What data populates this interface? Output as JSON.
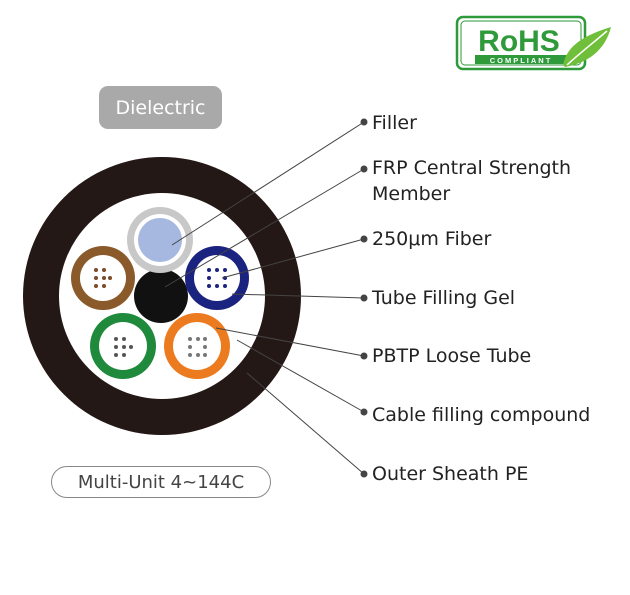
{
  "badges": {
    "dielectric": "Dielectric",
    "product": "Multi-Unit 4~144C"
  },
  "rohs": {
    "title": "RoHS",
    "subtitle": "COMPLIANT",
    "color": "#2e9a3a"
  },
  "callouts": [
    {
      "id": "filler",
      "lines": [
        "Filler"
      ]
    },
    {
      "id": "frp",
      "lines": [
        "FRP Central Strength",
        "Member"
      ]
    },
    {
      "id": "fiber",
      "lines": [
        "250μm Fiber"
      ]
    },
    {
      "id": "gel",
      "lines": [
        "Tube Filling Gel"
      ]
    },
    {
      "id": "pbtp",
      "lines": [
        "PBTP Loose Tube"
      ]
    },
    {
      "id": "compound",
      "lines": [
        "Cable filling compound"
      ]
    },
    {
      "id": "sheath",
      "lines": [
        "Outer Sheath PE"
      ]
    }
  ],
  "colors": {
    "sheath": "#231815",
    "tube_brown": "#8b5a2b",
    "tube_blue": "#1a2380",
    "tube_green": "#1f8a3b",
    "tube_orange": "#ec7a1f",
    "filler_grey": "#c8c8c8",
    "filler_core": "#a6b8e0"
  }
}
